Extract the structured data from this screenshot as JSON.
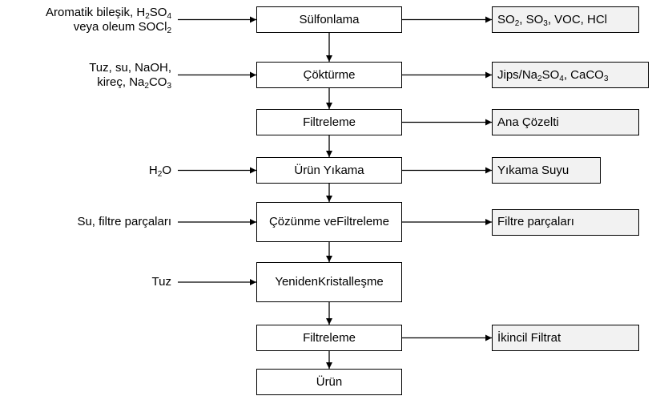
{
  "steps": [
    {
      "id": "sulfonlama",
      "lines": [
        [
          {
            "t": "Sülfonlama"
          }
        ]
      ]
    },
    {
      "id": "cokturme",
      "lines": [
        [
          {
            "t": "Çöktürme"
          }
        ]
      ]
    },
    {
      "id": "filtreleme-1",
      "lines": [
        [
          {
            "t": "Filtreleme"
          }
        ]
      ]
    },
    {
      "id": "urun-yikama",
      "lines": [
        [
          {
            "t": "Ürün Yıkama"
          }
        ]
      ]
    },
    {
      "id": "cozunme-filtreleme",
      "lines": [
        [
          {
            "t": "Çözünme ve"
          }
        ],
        [
          {
            "t": "Filtreleme"
          }
        ]
      ]
    },
    {
      "id": "yeniden-kristallesme",
      "lines": [
        [
          {
            "t": "Yeniden"
          }
        ],
        [
          {
            "t": "Kristalleşme"
          }
        ]
      ]
    },
    {
      "id": "filtreleme-2",
      "lines": [
        [
          {
            "t": "Filtreleme"
          }
        ]
      ]
    },
    {
      "id": "urun",
      "lines": [
        [
          {
            "t": "Ürün"
          }
        ]
      ]
    }
  ],
  "inputs": [
    {
      "step": 0,
      "lines": [
        [
          {
            "t": "Aromatik bileşik, H"
          },
          {
            "t": "2",
            "sub": true
          },
          {
            "t": "SO"
          },
          {
            "t": "4",
            "sub": true
          }
        ],
        [
          {
            "t": "veya oleum SOCl"
          },
          {
            "t": "2",
            "sub": true
          }
        ]
      ]
    },
    {
      "step": 1,
      "lines": [
        [
          {
            "t": "Tuz, su, NaOH,"
          }
        ],
        [
          {
            "t": "kireç, Na"
          },
          {
            "t": "2",
            "sub": true
          },
          {
            "t": "CO"
          },
          {
            "t": "3",
            "sub": true
          }
        ]
      ]
    },
    {
      "step": 3,
      "lines": [
        [
          {
            "t": "H"
          },
          {
            "t": "2",
            "sub": true
          },
          {
            "t": "O"
          }
        ]
      ]
    },
    {
      "step": 4,
      "lines": [
        [
          {
            "t": "Su, filtre parçaları"
          }
        ]
      ]
    },
    {
      "step": 5,
      "lines": [
        [
          {
            "t": "Tuz"
          }
        ]
      ]
    }
  ],
  "outputs": [
    {
      "step": 0,
      "lines": [
        [
          {
            "t": "SO"
          },
          {
            "t": "2",
            "sub": true
          },
          {
            "t": ", SO"
          },
          {
            "t": "3",
            "sub": true
          },
          {
            "t": ", VOC, HCl"
          }
        ]
      ]
    },
    {
      "step": 1,
      "lines": [
        [
          {
            "t": "Jips/Na"
          },
          {
            "t": "2",
            "sub": true
          },
          {
            "t": "SO"
          },
          {
            "t": "4",
            "sub": true
          },
          {
            "t": ", CaCO"
          },
          {
            "t": "3",
            "sub": true
          }
        ]
      ]
    },
    {
      "step": 2,
      "lines": [
        [
          {
            "t": "Ana Çözelti"
          }
        ]
      ]
    },
    {
      "step": 3,
      "lines": [
        [
          {
            "t": "Yıkama Suyu"
          }
        ]
      ]
    },
    {
      "step": 4,
      "lines": [
        [
          {
            "t": "Filtre parçaları"
          }
        ]
      ]
    },
    {
      "step": 6,
      "lines": [
        [
          {
            "t": "İkincil Filtrat"
          }
        ]
      ]
    }
  ],
  "colors": {
    "line": "#000000",
    "output_fill": "#f2f2f2",
    "step_fill": "#ffffff"
  }
}
